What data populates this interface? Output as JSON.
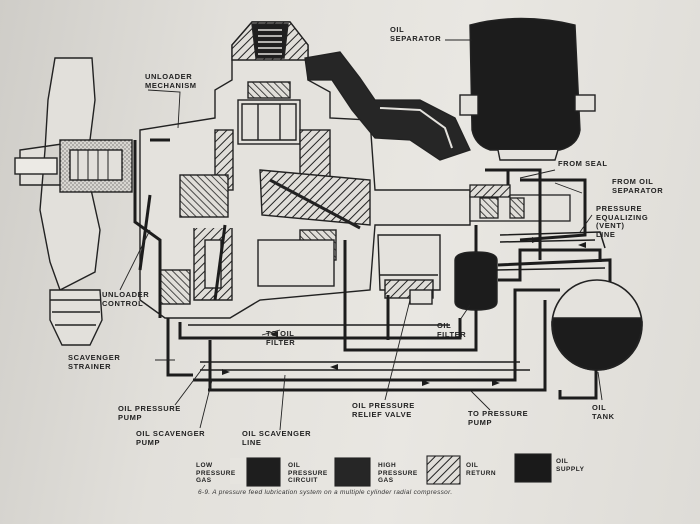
{
  "labels": {
    "unloader_mechanism": "UNLOADER\nMECHANISM",
    "oil_separator": "OIL\nSEPARATOR",
    "from_seal": "FROM SEAL",
    "from_oil_separator": "FROM OIL\nSEPARATOR",
    "pressure_equalizing": "PRESSURE\nEQUALIZING\n(VENT)\nLINE",
    "unloader_control": "UNLOADER\nCONTROL",
    "scavenger_strainer": "SCAVENGER\nSTRAINER",
    "to_oil_filter": "TO OIL\nFILTER",
    "oil_filter": "OIL\nFILTER",
    "oil_pressure_pump": "OIL PRESSURE\nPUMP",
    "oil_scavenger_pump": "OIL SCAVENGER\nPUMP",
    "oil_scavenger_line": "OIL SCAVENGER\nLINE",
    "oil_pressure_relief_valve": "OIL PRESSURE\nRELIEF VALVE",
    "to_pressure_pump": "TO PRESSURE\nPUMP",
    "oil_tank": "OIL\nTANK"
  },
  "legend": [
    {
      "label": "LOW\nPRESSURE\nGAS",
      "fill": "#e6e4df"
    },
    {
      "label": "OIL\nPRESSURE\nCIRCUIT",
      "fill": "#1e1e1e"
    },
    {
      "label": "HIGH\nPRESSURE\nGAS",
      "fill": "#262626"
    },
    {
      "label": "OIL\nRETURN",
      "fill": "hatch"
    },
    {
      "label": "OIL\nSUPPLY",
      "fill": "#1a1a1a"
    }
  ],
  "caption": "6-9.  A pressure feed lubrication system on a multiple cylinder radial compressor.",
  "colors": {
    "ink": "#1c1c1c",
    "paper": "#e4e2dd"
  }
}
